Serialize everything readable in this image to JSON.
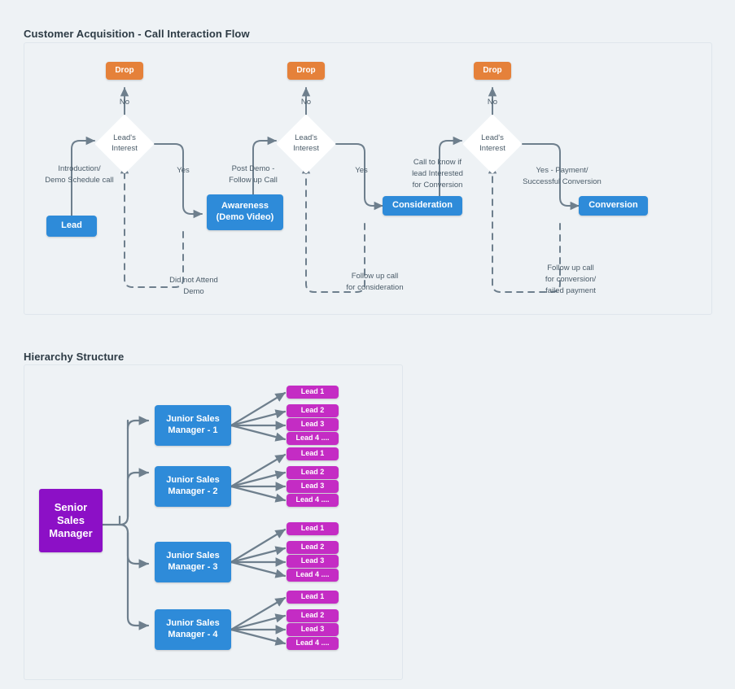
{
  "sections": {
    "flow": {
      "title": "Customer Acquisition - Call Interaction Flow"
    },
    "hierarchy": {
      "title": "Hierarchy Structure"
    }
  },
  "colors": {
    "background": "#eef2f5",
    "panel_border": "#dfe6ec",
    "blue": "#2e8bd9",
    "orange": "#e5813a",
    "purple": "#8c10c6",
    "magenta": "#c42cc4",
    "connector": "#6e7f8d",
    "text_dark": "#2d3b45",
    "text_muted": "#4a5b68"
  },
  "flow": {
    "stages": [
      {
        "drop_label": "Drop",
        "no_label": "No",
        "decision_label_line1": "Lead's",
        "decision_label_line2": "Interest",
        "yes_label": "Yes",
        "entry_label": "Introduction/\nDemo Schedule call",
        "source_node": "Lead",
        "target_node": "Awareness\n(Demo Video)",
        "return_label": "Did not Attend\nDemo"
      },
      {
        "drop_label": "Drop",
        "no_label": "No",
        "decision_label_line1": "Lead's",
        "decision_label_line2": "Interest",
        "yes_label": "Yes",
        "entry_label": "Post Demo -\nFollow up Call",
        "source_node": "Awareness\n(Demo Video)",
        "target_node": "Consideration",
        "return_label": "Follow up call\nfor consideration"
      },
      {
        "drop_label": "Drop",
        "no_label": "No",
        "decision_label_line1": "Lead's",
        "decision_label_line2": "Interest",
        "yes_label": "Yes - Payment/\nSuccessful Conversion",
        "entry_label": "Call to know if\nlead Interested\nfor Conversion",
        "source_node": "Consideration",
        "target_node": "Conversion",
        "return_label": "Follow up call\nfor conversion/\nfailed payment"
      }
    ],
    "nodes": {
      "lead": "Lead",
      "awareness": "Awareness\n(Demo Video)",
      "consideration": "Consideration",
      "conversion": "Conversion"
    }
  },
  "hierarchy": {
    "root": "Senior\nSales\nManager",
    "branches": [
      {
        "manager": "Junior Sales\nManager - 1",
        "leads": [
          "Lead 1",
          "Lead 2",
          "Lead 3",
          "Lead 4 ...."
        ]
      },
      {
        "manager": "Junior Sales\nManager - 2",
        "leads": [
          "Lead 1",
          "Lead 2",
          "Lead 3",
          "Lead 4 ...."
        ]
      },
      {
        "manager": "Junior Sales\nManager - 3",
        "leads": [
          "Lead 1",
          "Lead 2",
          "Lead 3",
          "Lead 4 ...."
        ]
      },
      {
        "manager": "Junior Sales\nManager - 4",
        "leads": [
          "Lead 1",
          "Lead 2",
          "Lead 3",
          "Lead 4 ...."
        ]
      }
    ]
  }
}
